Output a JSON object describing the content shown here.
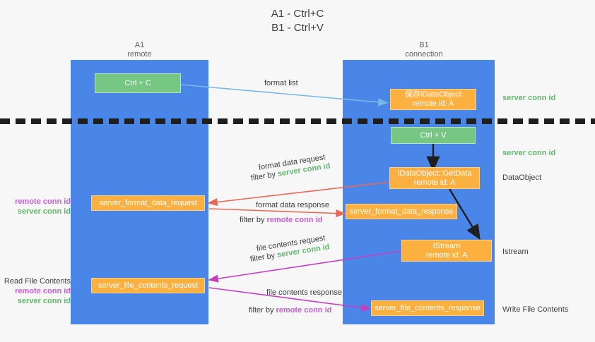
{
  "title": {
    "line1": "A1 - Ctrl+C",
    "line2": "B1 - Ctrl+V"
  },
  "lanes": [
    {
      "id": "a1",
      "name": "A1",
      "sub": "remote"
    },
    {
      "id": "b1",
      "name": "B1",
      "sub": "connection"
    }
  ],
  "boxes": [
    {
      "id": "ctrl-c",
      "l1": "Ctrl + C",
      "l2": "",
      "color": "green"
    },
    {
      "id": "idataobject-stored",
      "l1": "保存IDataObject",
      "l2": "remote id: A",
      "color": "orange"
    },
    {
      "id": "ctrl-v",
      "l1": "Ctrl + V",
      "l2": "",
      "color": "green"
    },
    {
      "id": "idataobject-getdata",
      "l1": "IDataObject::GetData",
      "l2": "remote id: A",
      "color": "orange"
    },
    {
      "id": "server-format-data-request",
      "l1": "server_format_data_request",
      "l2": "",
      "color": "orange"
    },
    {
      "id": "server-format-data-response",
      "l1": "server_format_data_response",
      "l2": "",
      "color": "orange"
    },
    {
      "id": "istream",
      "l1": "IStream",
      "l2": "remote id: A",
      "color": "orange"
    },
    {
      "id": "server-file-contents-request",
      "l1": "server_file_contents_request",
      "l2": "",
      "color": "orange"
    },
    {
      "id": "server-file-contents-response",
      "l1": "server_file_contents_response",
      "l2": "",
      "color": "orange"
    }
  ],
  "edge_labels": {
    "format_list": "format list",
    "format_data_request": "format data request",
    "format_data_request_filter_prefix": "filter by ",
    "format_data_request_filter_key": "server conn id",
    "format_data_response": "format data response",
    "format_data_response_filter_prefix": "filter by ",
    "format_data_response_filter_key": "remote conn id",
    "file_contents_request": "file contents request",
    "file_contents_request_filter_prefix": "filter by ",
    "file_contents_request_filter_key": "server conn id",
    "file_contents_response": "file contents response",
    "file_contents_response_filter_prefix": "filter by ",
    "file_contents_response_filter_key": "remote conn id"
  },
  "right_annotations": [
    {
      "id": "server-conn-id-top",
      "text": "server conn id",
      "style": "green"
    },
    {
      "id": "server-conn-id-second",
      "text": "server conn id",
      "style": "green"
    },
    {
      "id": "dataobject",
      "text": "DataObject",
      "style": "plain"
    },
    {
      "id": "istream-label",
      "text": "Istream",
      "style": "plain"
    },
    {
      "id": "write-file-contents",
      "text": "Write File Contents",
      "style": "plain"
    }
  ],
  "left_annotations": [
    {
      "id": "conn-ids-format",
      "line1": "remote conn id",
      "line2": "server conn id",
      "heading": ""
    },
    {
      "id": "read-file-contents",
      "heading": "Read File Contents",
      "line1": "remote conn id",
      "line2": "server conn id"
    }
  ],
  "colors": {
    "lane": "#4a86e8",
    "green_box": "#76c783",
    "orange_box": "#fcb040",
    "green_text": "#63b76c",
    "magenta_text": "#c55fd6",
    "arrow_blue": "#7ab7e8",
    "arrow_red": "#e8685a",
    "arrow_magenta": "#c340c3",
    "arrow_black": "#1f1f1f",
    "background": "#f7f7f7"
  }
}
